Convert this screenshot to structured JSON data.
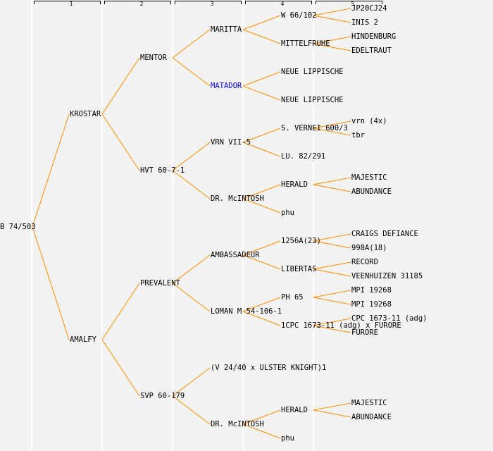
{
  "generation_headers": [
    "1",
    "2",
    "3",
    "4",
    "5"
  ],
  "colors": {
    "line": "#ff8c00",
    "highlight": "#0000ff",
    "text": "#000000"
  },
  "pedigree": {
    "name": "B 74/503",
    "children": [
      {
        "name": "KROSTAR",
        "children": [
          {
            "name": "MENTOR",
            "children": [
              {
                "name": "MARITTA",
                "children": [
                  {
                    "name": "W 66/102",
                    "children": [
                      {
                        "name": "JP20CJ24"
                      },
                      {
                        "name": "INIS 2"
                      }
                    ]
                  },
                  {
                    "name": "MITTELFRUHE",
                    "children": [
                      {
                        "name": "HINDENBURG"
                      },
                      {
                        "name": "EDELTRAUT"
                      }
                    ]
                  }
                ]
              },
              {
                "name": "MATADOR",
                "highlight": true,
                "children": [
                  {
                    "name": "NEUE LIPPISCHE"
                  },
                  {
                    "name": "NEUE LIPPISCHE"
                  }
                ]
              }
            ]
          },
          {
            "name": "HVT 60-7-1",
            "children": [
              {
                "name": "VRN VII-5",
                "children": [
                  {
                    "name": "S. VERNEI 600/3",
                    "children": [
                      {
                        "name": "vrn (4x)"
                      },
                      {
                        "name": "tbr"
                      }
                    ]
                  },
                  {
                    "name": "LU. 82/291"
                  }
                ]
              },
              {
                "name": "DR. McINTOSH",
                "children": [
                  {
                    "name": "HERALD",
                    "children": [
                      {
                        "name": "MAJESTIC"
                      },
                      {
                        "name": "ABUNDANCE"
                      }
                    ]
                  },
                  {
                    "name": "phu"
                  }
                ]
              }
            ]
          }
        ]
      },
      {
        "name": "AMALFY",
        "children": [
          {
            "name": "PREVALENT",
            "children": [
              {
                "name": "AMBASSADEUR",
                "children": [
                  {
                    "name": "1256A(23)",
                    "children": [
                      {
                        "name": "CRAIGS DEFIANCE"
                      },
                      {
                        "name": "998A(18)"
                      }
                    ]
                  },
                  {
                    "name": "LIBERTAS",
                    "children": [
                      {
                        "name": "RECORD"
                      },
                      {
                        "name": "VEENHUIZEN 31185"
                      }
                    ]
                  }
                ]
              },
              {
                "name": "LOMAN M 54-106-1",
                "children": [
                  {
                    "name": "PH 65",
                    "children": [
                      {
                        "name": "MPI 19268"
                      },
                      {
                        "name": "MPI 19268"
                      }
                    ]
                  },
                  {
                    "name": "1CPC 1673-11 (adg) x FURORE",
                    "children": [
                      {
                        "name": "CPC 1673-11 (adg)"
                      },
                      {
                        "name": "FURORE"
                      }
                    ]
                  }
                ]
              }
            ]
          },
          {
            "name": "SVP 60-179",
            "children": [
              {
                "name": "(V 24/40 x ULSTER KNIGHT)1"
              },
              {
                "name": "DR. McINTOSH",
                "children": [
                  {
                    "name": "HERALD",
                    "children": [
                      {
                        "name": "MAJESTIC"
                      },
                      {
                        "name": "ABUNDANCE"
                      }
                    ]
                  },
                  {
                    "name": "phu"
                  }
                ]
              }
            ]
          }
        ]
      }
    ]
  }
}
